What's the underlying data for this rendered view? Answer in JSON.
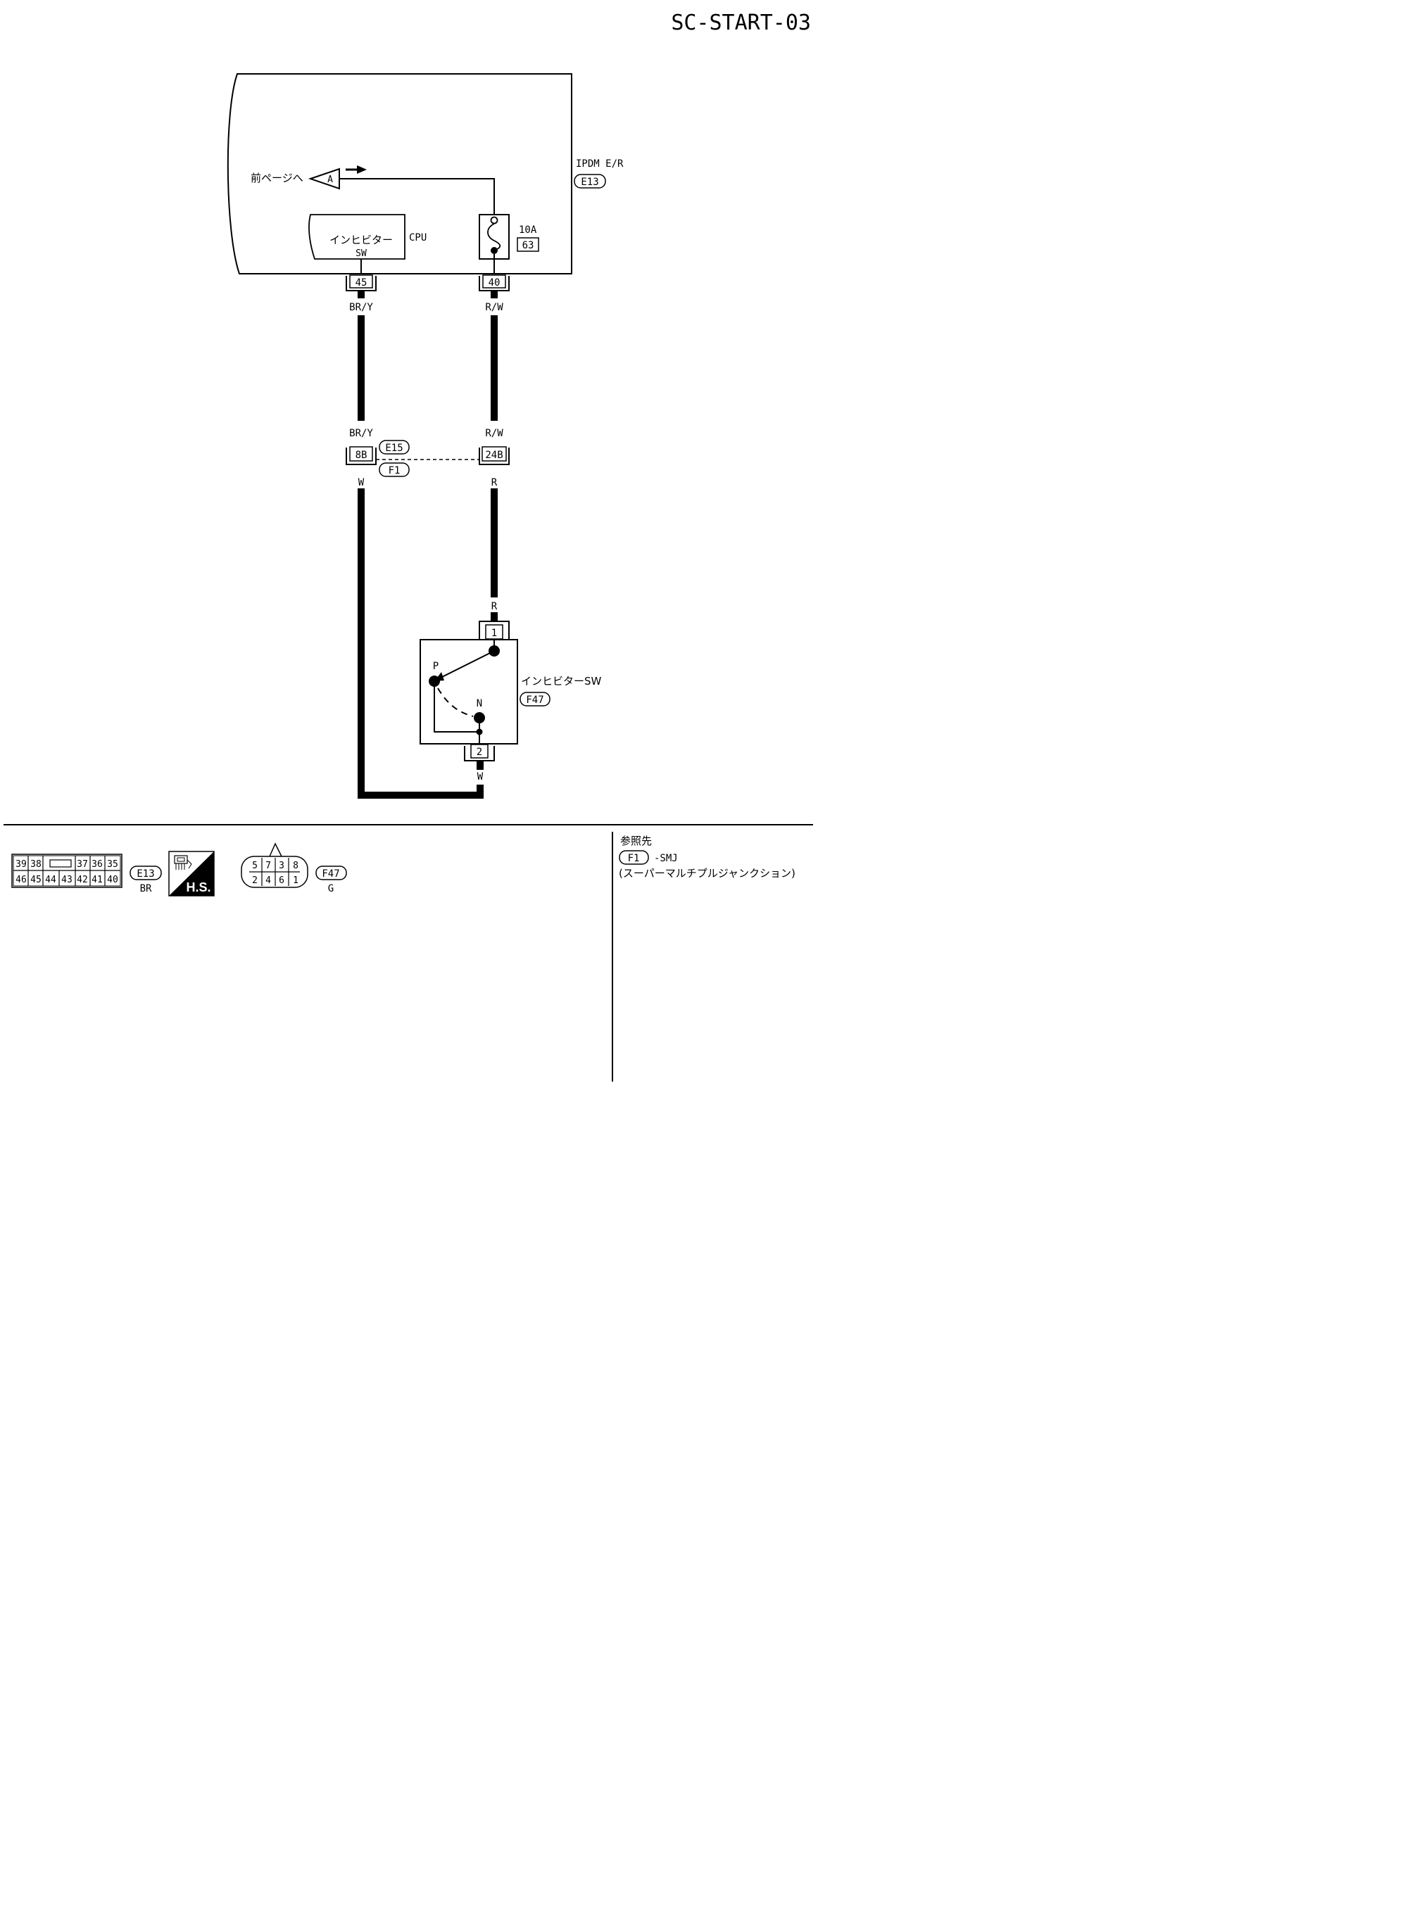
{
  "page_id": "SC-START-03",
  "ipdm": {
    "name": "IPDM E/R",
    "connector": "E13"
  },
  "page_link": {
    "text": "前ページへ",
    "letter": "A"
  },
  "cpu": {
    "label": "CPU",
    "switch_line1": "インヒビター",
    "switch_line2": "SW"
  },
  "fuse": {
    "rating": "10A",
    "number": "63"
  },
  "terminals": {
    "cpu_pin": "45",
    "fuse_pin": "40",
    "joint_left": "8B",
    "joint_right": "24B",
    "sw_top": "1",
    "sw_bottom": "2"
  },
  "wire_colors": {
    "left_upper_top": "BR/Y",
    "left_upper_bottom": "BR/Y",
    "left_lower": "W",
    "right_upper_top": "R/W",
    "right_upper_bottom": "R/W",
    "right_lower_top": "R",
    "right_lower_bottom": "R",
    "sw_out": "W"
  },
  "joint_connectors": {
    "upper": "E15",
    "lower": "F1"
  },
  "inhibitor_sw": {
    "name": "インヒビターSW",
    "connector": "F47",
    "pos_p": "P",
    "pos_n": "N"
  },
  "connectors": {
    "e13": {
      "id": "E13",
      "color": "BR",
      "row1": [
        "39",
        "38",
        "",
        "37",
        "36",
        "35"
      ],
      "row2": [
        "46",
        "45",
        "44",
        "43",
        "42",
        "41",
        "40"
      ]
    },
    "hs_badge": "H.S.",
    "f47": {
      "id": "F47",
      "color": "G",
      "row1": [
        "5",
        "7",
        "3",
        "8"
      ],
      "row2": [
        "2",
        "4",
        "6",
        "1"
      ]
    }
  },
  "reference": {
    "title": "参照先",
    "connector": "F1",
    "suffix": "-SMJ",
    "description": "(スーパーマルチプルジャンクション)"
  }
}
